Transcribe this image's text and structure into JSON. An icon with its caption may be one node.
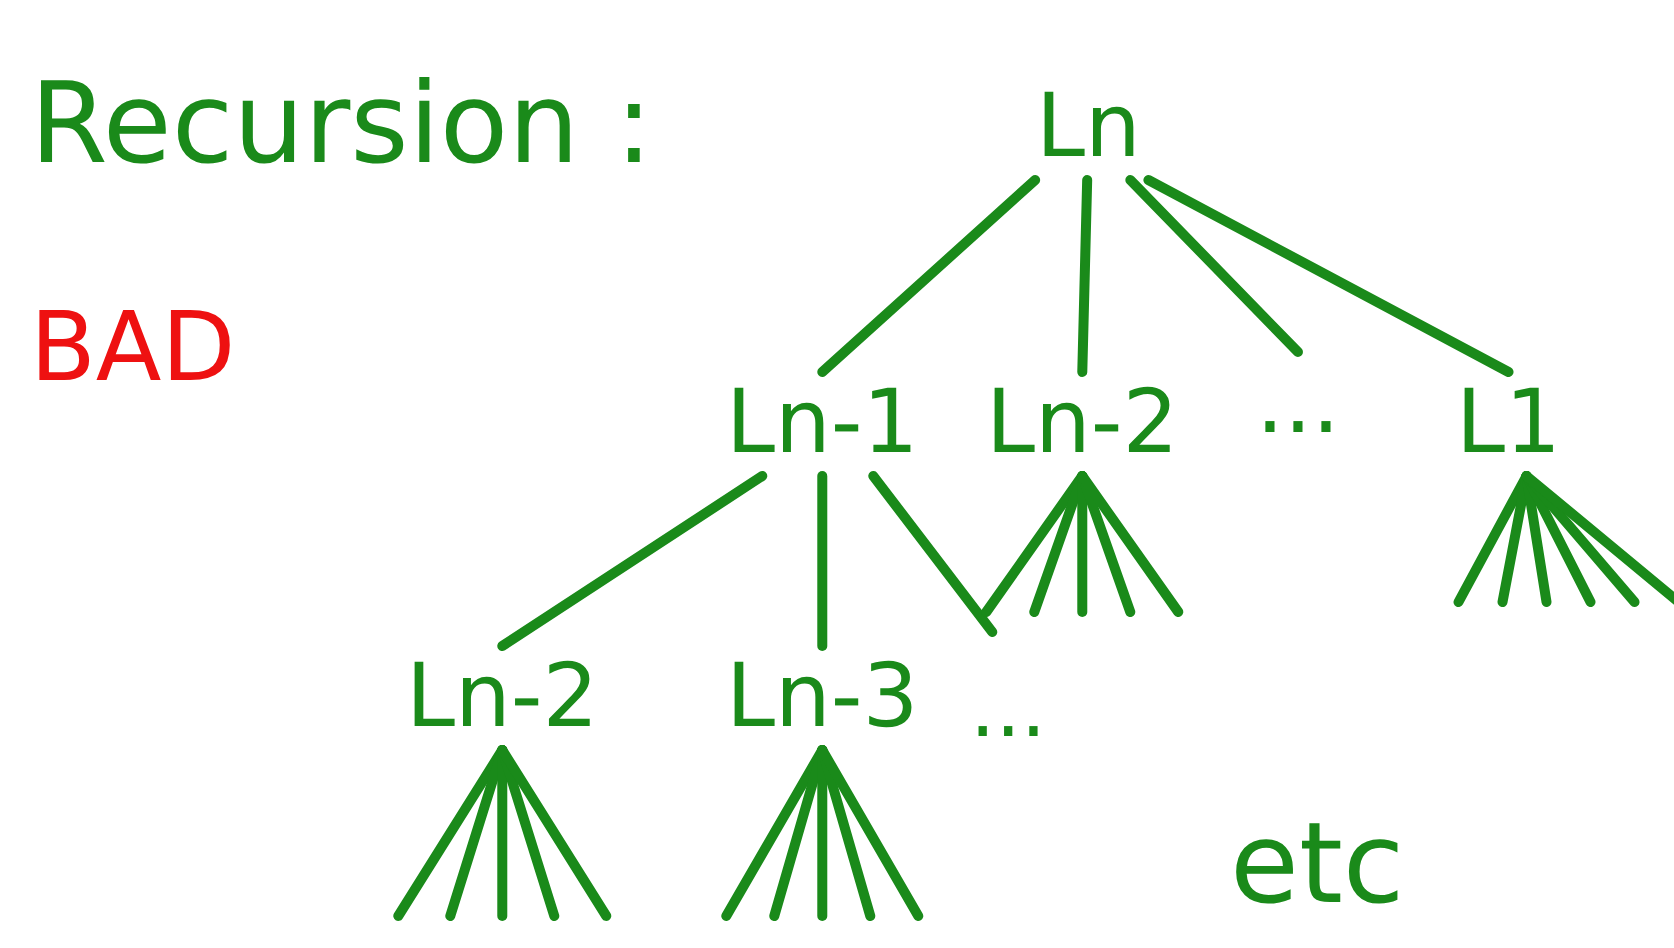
{
  "diagram": {
    "title": "Recursion :",
    "nodes": [
      {
        "text": [
          "Ln"
        ]
      },
      {
        "text": [
          "Ln-1"
        ]
      },
      {
        "text": [
          "Ln-2"
        ]
      },
      {
        "text": [
          "..."
        ]
      },
      {
        "text": [
          "L1"
        ]
      },
      {
        "text": [
          "Ln-2"
        ]
      },
      {
        "text": [
          "Ln-3"
        ]
      }
    ],
    "edges": [
      {
        "from": 0,
        "to": 1,
        "arrow": "none"
      },
      {
        "from": 0,
        "to": 2,
        "arrow": "none"
      },
      {
        "from": 0,
        "to": 3,
        "arrow": "none"
      },
      {
        "from": 0,
        "to": 4,
        "arrow": "none"
      },
      {
        "from": 1,
        "to": 5,
        "arrow": "none"
      },
      {
        "from": 1,
        "to": 6,
        "arrow": "none"
      },
      {
        "from": 1,
        "to": null,
        "arrow": "none"
      },
      {
        "from": 2,
        "to": null,
        "arrow": "none"
      },
      {
        "from": 2,
        "to": null,
        "arrow": "none"
      },
      {
        "from": 2,
        "to": null,
        "arrow": "none"
      },
      {
        "from": 2,
        "to": null,
        "arrow": "none"
      },
      {
        "from": 2,
        "to": null,
        "arrow": "none"
      },
      {
        "from": 4,
        "to": null,
        "arrow": "none"
      },
      {
        "from": 4,
        "to": null,
        "arrow": "none"
      },
      {
        "from": 4,
        "to": null,
        "arrow": "none"
      },
      {
        "from": 4,
        "to": null,
        "arrow": "none"
      },
      {
        "from": 4,
        "to": null,
        "arrow": "none"
      },
      {
        "from": 4,
        "to": null,
        "arrow": "none"
      },
      {
        "from": 5,
        "to": null,
        "arrow": "none"
      },
      {
        "from": 5,
        "to": null,
        "arrow": "none"
      },
      {
        "from": 5,
        "to": null,
        "arrow": "none"
      },
      {
        "from": 5,
        "to": null,
        "arrow": "none"
      },
      {
        "from": 5,
        "to": null,
        "arrow": "none"
      },
      {
        "from": 6,
        "to": null,
        "arrow": "none"
      },
      {
        "from": 6,
        "to": null,
        "arrow": "none"
      },
      {
        "from": 6,
        "to": null,
        "arrow": "none"
      },
      {
        "from": 6,
        "to": null,
        "arrow": "none"
      },
      {
        "from": 6,
        "to": null,
        "arrow": "none"
      }
    ],
    "labels": [
      "BAD",
      "...",
      "etc"
    ]
  }
}
